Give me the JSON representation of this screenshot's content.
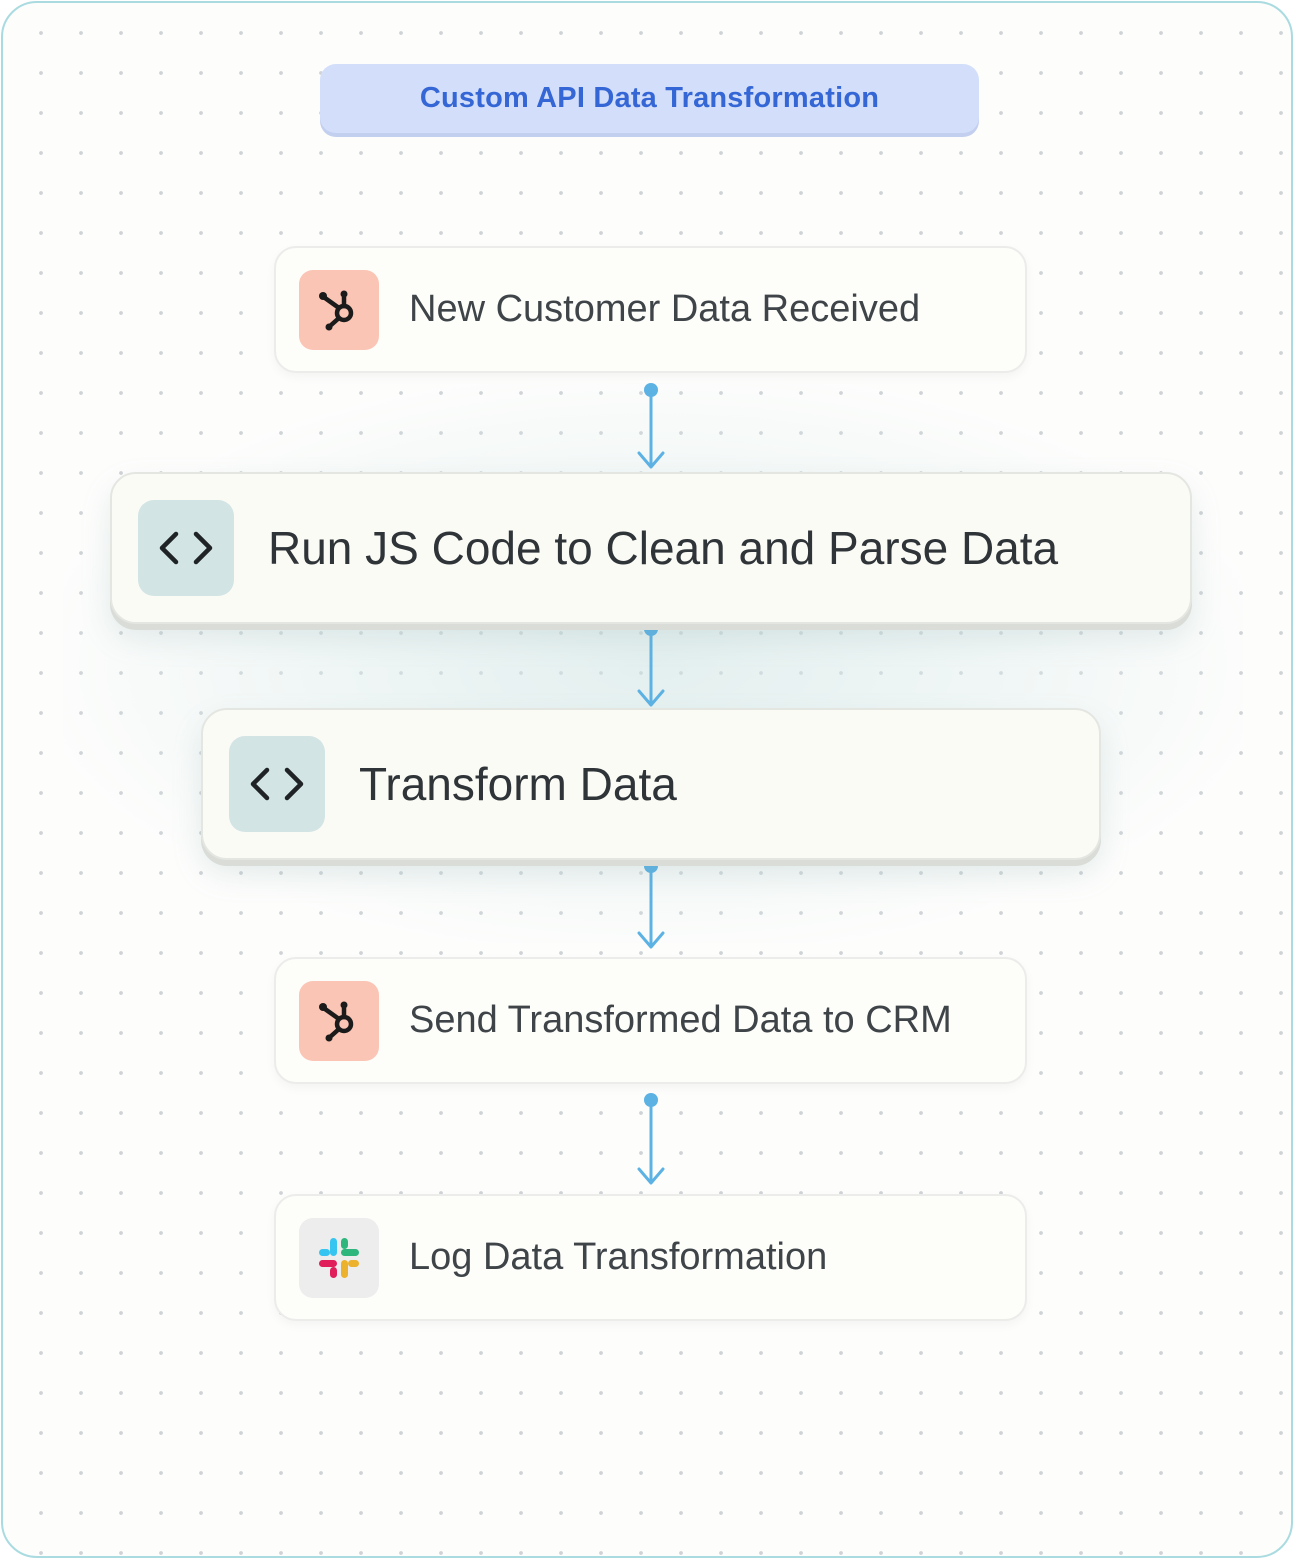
{
  "title": "Custom API Data Transformation",
  "colors": {
    "accent_blue": "#3566d6",
    "connector": "#5db2e4",
    "hubspot_bg": "#fbc5b5",
    "code_bg": "#d3e4e4",
    "slack_bg": "#ededed"
  },
  "steps": [
    {
      "label": "New Customer Data Received",
      "icon": "hubspot-icon"
    },
    {
      "label": "Run JS Code to Clean and Parse Data",
      "icon": "code-brackets-icon"
    },
    {
      "label": "Transform Data",
      "icon": "code-brackets-icon"
    },
    {
      "label": "Send Transformed Data to CRM",
      "icon": "hubspot-icon"
    },
    {
      "label": "Log Data Transformation",
      "icon": "slack-icon"
    }
  ]
}
